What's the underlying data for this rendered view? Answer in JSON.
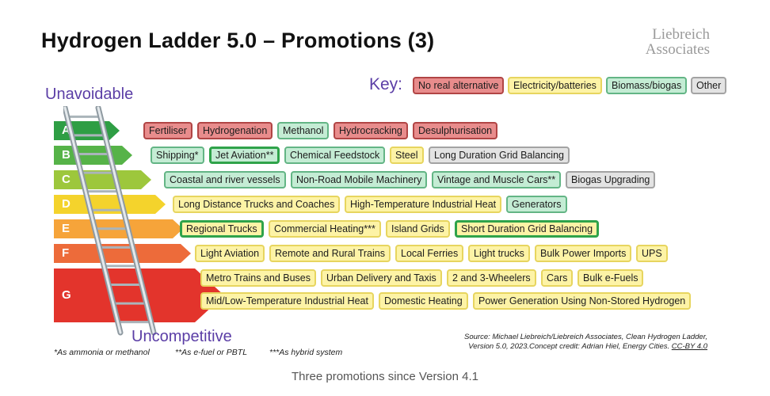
{
  "title": "Hydrogen Ladder 5.0 – Promotions (3)",
  "logo": {
    "line1": "Liebreich",
    "line2": "Associates"
  },
  "axis": {
    "top": "Unavoidable",
    "bottom": "Uncompetitive"
  },
  "key": {
    "label": "Key:",
    "items": [
      {
        "label": "No real alternative",
        "class": "red"
      },
      {
        "label": "Electricity/batteries",
        "class": "yellow"
      },
      {
        "label": "Biomass/biogas",
        "class": "green"
      },
      {
        "label": "Other",
        "class": "gray"
      }
    ]
  },
  "rows": [
    {
      "letter": "A",
      "color": "#2e9e44",
      "items": [
        {
          "label": "Fertiliser",
          "class": "red"
        },
        {
          "label": "Hydrogenation",
          "class": "red"
        },
        {
          "label": "Methanol",
          "class": "green"
        },
        {
          "label": "Hydrocracking",
          "class": "red"
        },
        {
          "label": "Desulphurisation",
          "class": "red"
        }
      ]
    },
    {
      "letter": "B",
      "color": "#56b348",
      "items": [
        {
          "label": "Shipping*",
          "class": "green"
        },
        {
          "label": "Jet Aviation**",
          "class": "green",
          "promoted": true
        },
        {
          "label": "Chemical Feedstock",
          "class": "green"
        },
        {
          "label": "Steel",
          "class": "yellow"
        },
        {
          "label": "Long Duration Grid Balancing",
          "class": "gray"
        }
      ]
    },
    {
      "letter": "C",
      "color": "#9dc73c",
      "items": [
        {
          "label": "Coastal and river vessels",
          "class": "green"
        },
        {
          "label": "Non-Road Mobile Machinery",
          "class": "green"
        },
        {
          "label": "Vintage and Muscle Cars**",
          "class": "green"
        },
        {
          "label": "Biogas Upgrading",
          "class": "gray"
        }
      ]
    },
    {
      "letter": "D",
      "color": "#f4d32c",
      "items": [
        {
          "label": "Long Distance Trucks and Coaches",
          "class": "yellow"
        },
        {
          "label": "High-Temperature Industrial Heat",
          "class": "yellow"
        },
        {
          "label": "Generators",
          "class": "green"
        }
      ]
    },
    {
      "letter": "E",
      "color": "#f6a43a",
      "items": [
        {
          "label": "Regional Trucks",
          "class": "yellow",
          "promoted": true
        },
        {
          "label": "Commercial Heating***",
          "class": "yellow"
        },
        {
          "label": "Island Grids",
          "class": "yellow"
        },
        {
          "label": "Short Duration Grid Balancing",
          "class": "yellow",
          "promoted": true
        }
      ]
    },
    {
      "letter": "F",
      "color": "#ed6b3a",
      "items": [
        {
          "label": "Light Aviation",
          "class": "yellow"
        },
        {
          "label": "Remote and Rural Trains",
          "class": "yellow"
        },
        {
          "label": "Local Ferries",
          "class": "yellow"
        },
        {
          "label": "Light trucks",
          "class": "yellow"
        },
        {
          "label": "Bulk Power Imports",
          "class": "yellow"
        },
        {
          "label": "UPS",
          "class": "yellow"
        }
      ]
    },
    {
      "letter": "G",
      "color": "#e3342c",
      "items": [
        {
          "label": "Metro Trains and Buses",
          "class": "yellow"
        },
        {
          "label": "Urban Delivery and Taxis",
          "class": "yellow"
        },
        {
          "label": "2 and 3-Wheelers",
          "class": "yellow"
        },
        {
          "label": "Cars",
          "class": "yellow"
        },
        {
          "label": "Bulk e-Fuels",
          "class": "yellow"
        },
        {
          "label": "Mid/Low-Temperature Industrial Heat",
          "class": "yellow"
        },
        {
          "label": "Domestic Heating",
          "class": "yellow"
        },
        {
          "label": "Power Generation Using Non-Stored Hydrogen",
          "class": "yellow"
        }
      ]
    }
  ],
  "footnotes": {
    "f1": "*As ammonia or methanol",
    "f2": "**As e-fuel or PBTL",
    "f3": "***As hybrid system"
  },
  "source": {
    "line1": "Source: Michael Liebreich/Liebreich Associates, Clean Hydrogen Ladder,",
    "line2": "Version 5.0, 2023.Concept credit: Adrian Hiel, Energy Cities.",
    "license": "CC-BY 4.0"
  },
  "caption": "Three promotions since Version 4.1"
}
